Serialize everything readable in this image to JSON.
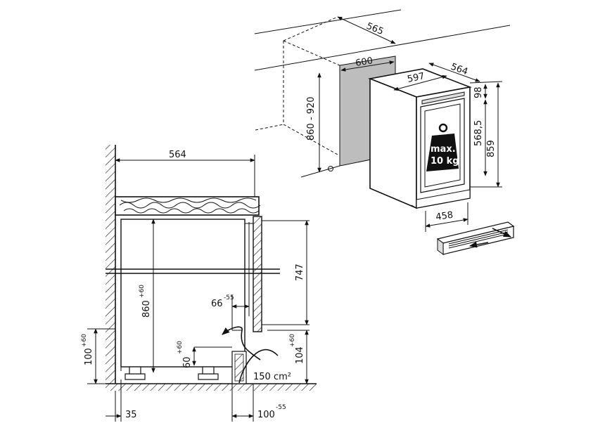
{
  "dims": {
    "top_depth": "565",
    "niche_width": "600",
    "unit_width": "597",
    "unit_depth": "564",
    "niche_height": "860 - 920",
    "door_gap": "98",
    "door_height": "568,5",
    "unit_height": "859",
    "base_width": "458",
    "side_depth": "564",
    "side_height_main": "860",
    "side_height_main_sup": "+60",
    "door_panel": "747",
    "vent_offset": "66",
    "vent_offset_sup": "-55",
    "foot_left": "100",
    "foot_left_sup": "+60",
    "plinth_right": "104",
    "plinth_right_sup": "+60",
    "plinth_inner": "60",
    "plinth_inner_sup": "+60",
    "bottom_left": "35",
    "bottom_right": "100",
    "bottom_right_sup": "-55"
  },
  "weight_label_line1": "max.",
  "weight_label_line2": "10 kg",
  "vent_area": "150 cm²"
}
